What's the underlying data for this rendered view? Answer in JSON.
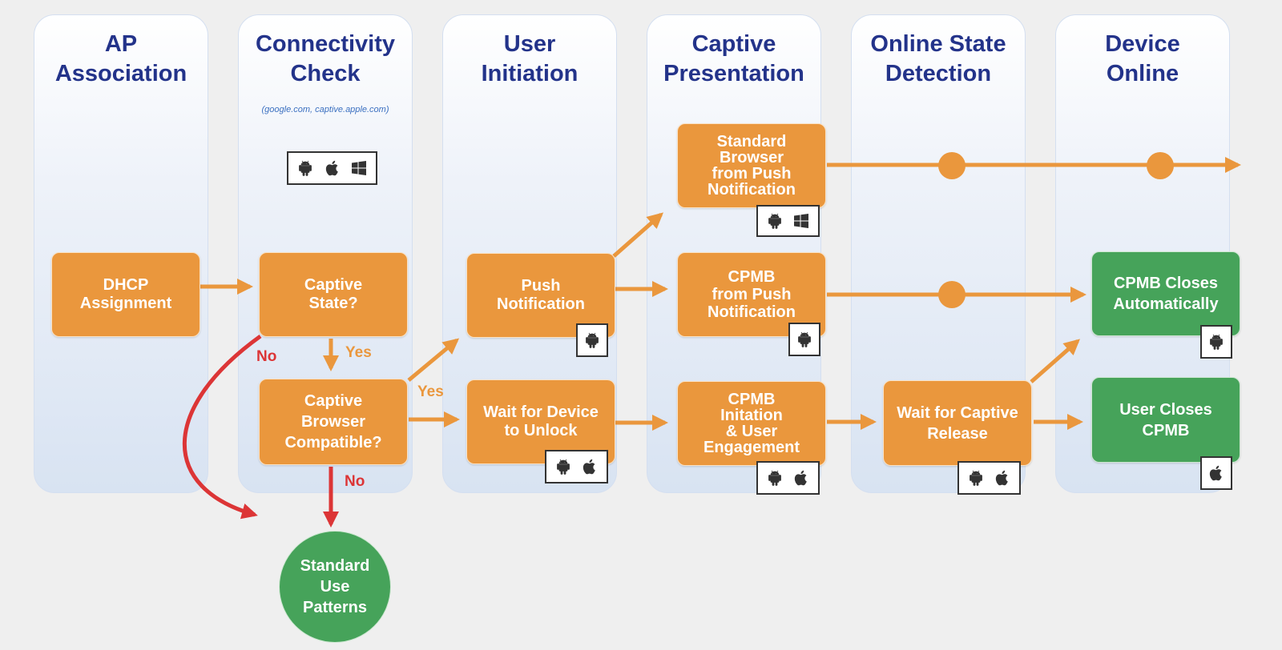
{
  "lanes": [
    {
      "title": "AP\nAssociation"
    },
    {
      "title": "Connectivity\nCheck",
      "subtitle": "(google.com, captive.apple.com)"
    },
    {
      "title": "User\nInitiation"
    },
    {
      "title": "Captive\nPresentation"
    },
    {
      "title": "Online State\nDetection"
    },
    {
      "title": "Device\nOnline"
    }
  ],
  "nodes": {
    "dhcp": "DHCP\nAssignment",
    "captive_state": "Captive\nState?",
    "captive_browser": "Captive\nBrowser\nCompatible?",
    "push_notification": "Push\nNotification",
    "wait_unlock": "Wait for Device\nto Unlock",
    "standard_browser": "Standard\nBrowser\nfrom Push\nNotification",
    "cpmb_push": "CPMB\nfrom Push\nNotification",
    "cpmb_initiation": "CPMB\nInitation\n& User\nEngagement",
    "wait_release": "Wait for Captive\nRelease",
    "cpmb_closes": "CPMB Closes\nAutomatically",
    "user_closes": "User Closes\nCPMB",
    "standard_use": "Standard\nUse\nPatterns"
  },
  "edge_labels": {
    "yes1": "Yes",
    "yes2": "Yes",
    "no1": "No",
    "no2": "No"
  },
  "platforms": {
    "connectivity_check": [
      "android",
      "apple",
      "windows"
    ],
    "push_notification": [
      "android"
    ],
    "wait_unlock": [
      "android",
      "apple"
    ],
    "standard_browser": [
      "android",
      "windows"
    ],
    "cpmb_push": [
      "android"
    ],
    "cpmb_initiation": [
      "android",
      "apple"
    ],
    "wait_release": [
      "android",
      "apple"
    ],
    "cpmb_closes": [
      "android"
    ],
    "user_closes": [
      "apple"
    ]
  },
  "colors": {
    "title": "#23338a",
    "orange": "#ea973d",
    "green": "#46a35a",
    "red": "#dc3536"
  }
}
